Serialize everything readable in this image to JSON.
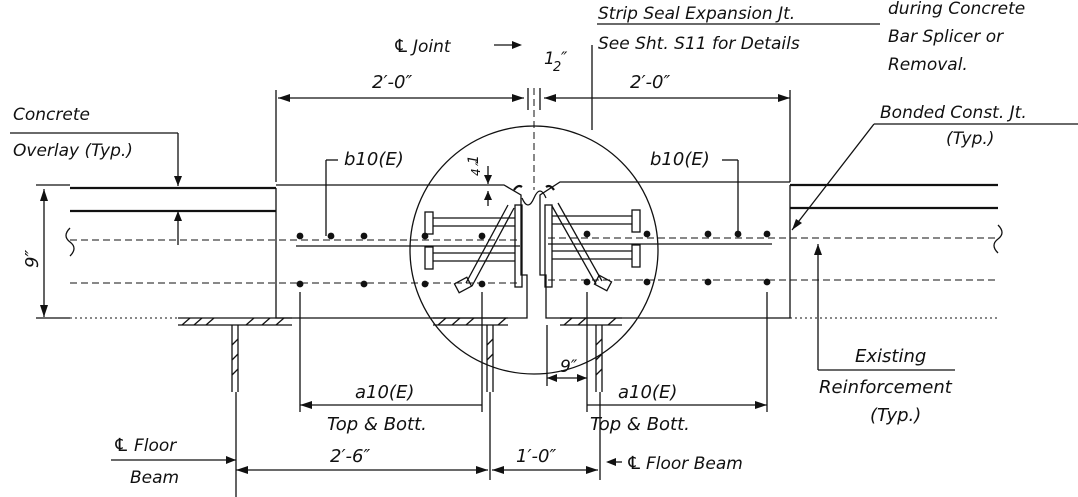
{
  "notes": {
    "strip_seal": "Strip Seal Expansion Jt.",
    "see_sheet": "See Sht. S11 for Details",
    "construction_note_1": "during Concrete",
    "construction_note_2": "Bar Splicer or",
    "construction_note_3": "Removal."
  },
  "labels": {
    "joint": "Joint",
    "concrete_overlay": "Concrete",
    "overlay_typ": "Overlay (Typ.)",
    "bar_left": "b10(E)",
    "bar_right": "b10(E)",
    "bonded_joint": "Bonded Const. Jt.",
    "bonded_typ": "(Typ.)",
    "existing_1": "Existing",
    "existing_2": "Reinforcement",
    "existing_3": "(Typ.)",
    "a10_left": "a10(E)",
    "top_bott_left": "Top & Bott.",
    "a10_right": "a10(E)",
    "top_bott_right": "Top & Bott.",
    "floor_beam_left_1": "Floor",
    "floor_beam_left_2": "Beam",
    "floor_beam_right": "Floor Beam",
    "centerline_symbol": "℄"
  },
  "dimensions": {
    "top_left": "2′-0″",
    "top_right": "2′-0″",
    "gap_whole": "1",
    "gap_frac": "2",
    "gap_unit": "″",
    "recess_num": "1",
    "recess_den": "4",
    "recess_unit": "″",
    "depth": "9″",
    "beam_offset": "9″",
    "bottom_left": "2′-6″",
    "bottom_mid": "1′-0″"
  }
}
